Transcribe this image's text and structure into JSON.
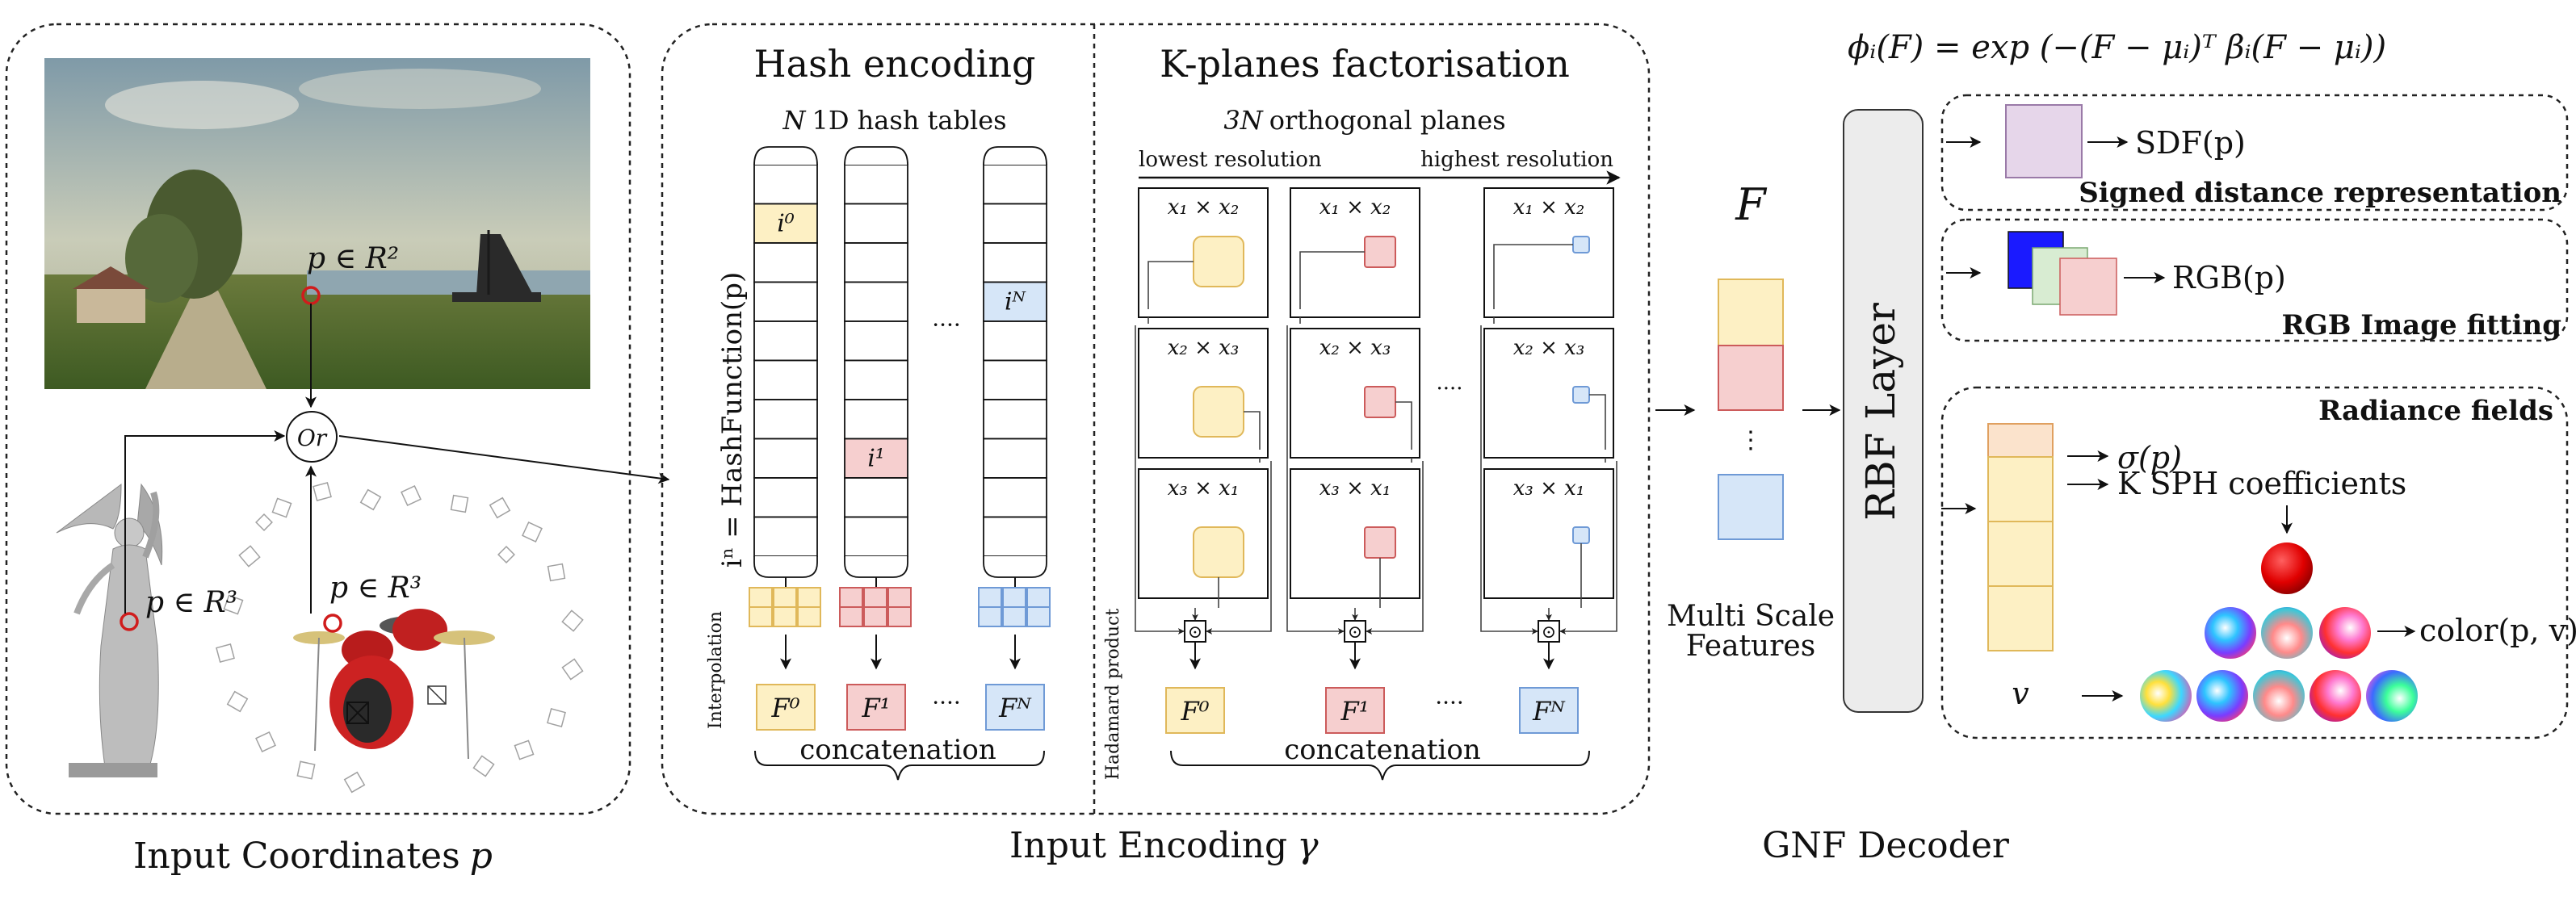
{
  "colors": {
    "yellow_fill": "#fdf0c4",
    "yellow_stroke": "#e0b85a",
    "red_fill": "#f6cfcf",
    "red_stroke": "#cc5b5b",
    "blue_fill": "#d6e6f8",
    "blue_stroke": "#6f9ad6",
    "purple_fill": "#e6d6ea",
    "purple_stroke": "#9a7aa8",
    "orange_fill": "#fbe3cc",
    "orange_stroke": "#e0a060",
    "green_fill": "#d8ecd2",
    "pink_fill": "#f6cfcf",
    "blue_solid": "#1a1aff",
    "point_marker": "#d01c1c",
    "rbf_fill": "#ececec"
  },
  "input": {
    "caption_text": "Input Coordinates",
    "caption_symbol": "p",
    "p_r2": "p ∈ R²",
    "p_r3_statue": "p ∈ R³",
    "p_r3_drums": "p ∈ R³",
    "or_label": "Or"
  },
  "encoding": {
    "caption_text": "Input Encoding",
    "caption_symbol": "γ",
    "hash": {
      "title": "Hash encoding",
      "subtitle_symbol": "N",
      "subtitle_text": "1D hash tables",
      "side_label": "iⁿ = HashFunction(p)",
      "cell_labels": [
        "i⁰",
        "i¹",
        "iᴺ"
      ],
      "ellipsis": "····",
      "interp_label": "Interpolation",
      "features": [
        "F⁰",
        "F¹",
        "Fᴺ"
      ],
      "feat_ellipsis": "····",
      "concat": "concatenation"
    },
    "kplanes": {
      "title": "K-planes factorisation",
      "subtitle_symbol": "3N",
      "subtitle_text": "orthogonal planes",
      "lowest": "lowest resolution",
      "highest": "highest resolution",
      "plane_labels": [
        "x₁ × x₂",
        "x₂ × x₃",
        "x₃ × x₁"
      ],
      "hadamard": "Hadamard product",
      "odot": "⊙",
      "features": [
        "F⁰",
        "F¹",
        "Fᴺ"
      ],
      "feat_ellipsis": "····",
      "mid_ellipsis": "····",
      "concat": "concatenation"
    }
  },
  "features": {
    "symbol": "F",
    "label_line1": "Multi Scale",
    "label_line2": "Features",
    "ellipsis": "⋮"
  },
  "decoder": {
    "caption": "GNF Decoder",
    "formula": "ϕᵢ(F) = exp (−(F − μᵢ)ᵀ βᵢ(F − μᵢ))",
    "rbf_label": "RBF Layer",
    "sdf": {
      "output": "SDF(p)",
      "title": "Signed distance representation"
    },
    "rgb": {
      "output": "RGB(p)",
      "title": "RGB Image fitting"
    },
    "radiance": {
      "title": "Radiance fields",
      "sigma": "σ(p)",
      "sph": "K SPH coefficients",
      "color": "color(p, v)",
      "v": "v"
    }
  }
}
